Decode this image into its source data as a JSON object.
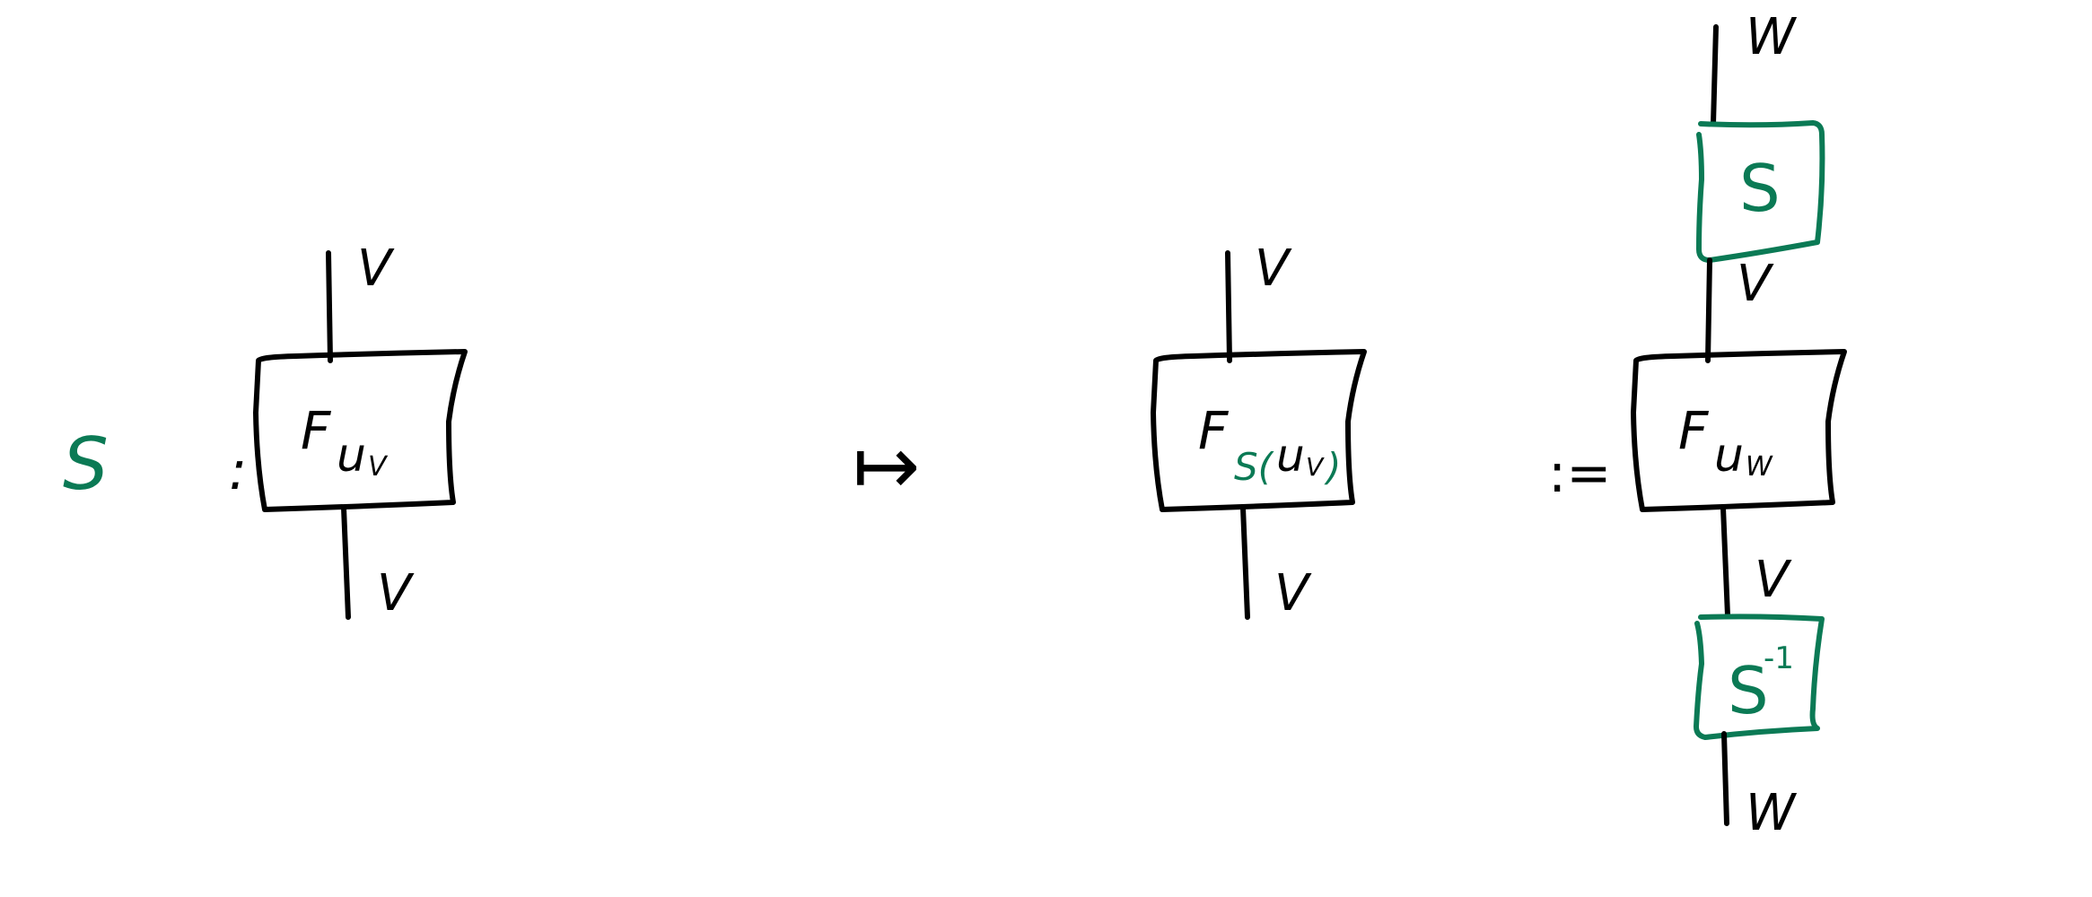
{
  "colors": {
    "ink": "#000000",
    "accent": "#0b7a55"
  },
  "lhs": {
    "map_symbol": "S",
    "colon": ":"
  },
  "box1": {
    "label": "F",
    "subscript": "u",
    "subsub": "V",
    "top_wire": "V",
    "bottom_wire": "V"
  },
  "mapsto": "↦",
  "box2": {
    "label": "F",
    "sub_map": "S(",
    "subscript": "u",
    "subsub": "V",
    "sub_close": ")",
    "top_wire": "V",
    "bottom_wire": "V"
  },
  "defeq": ":=",
  "composite": {
    "top_wire": "W",
    "top_box": "S",
    "mid_top_wire": "V",
    "box_label": "F",
    "box_subscript": "u",
    "box_subsub": "W",
    "mid_bottom_wire": "V",
    "bottom_box": "S",
    "bottom_box_exp": "-1",
    "bottom_wire": "W"
  }
}
